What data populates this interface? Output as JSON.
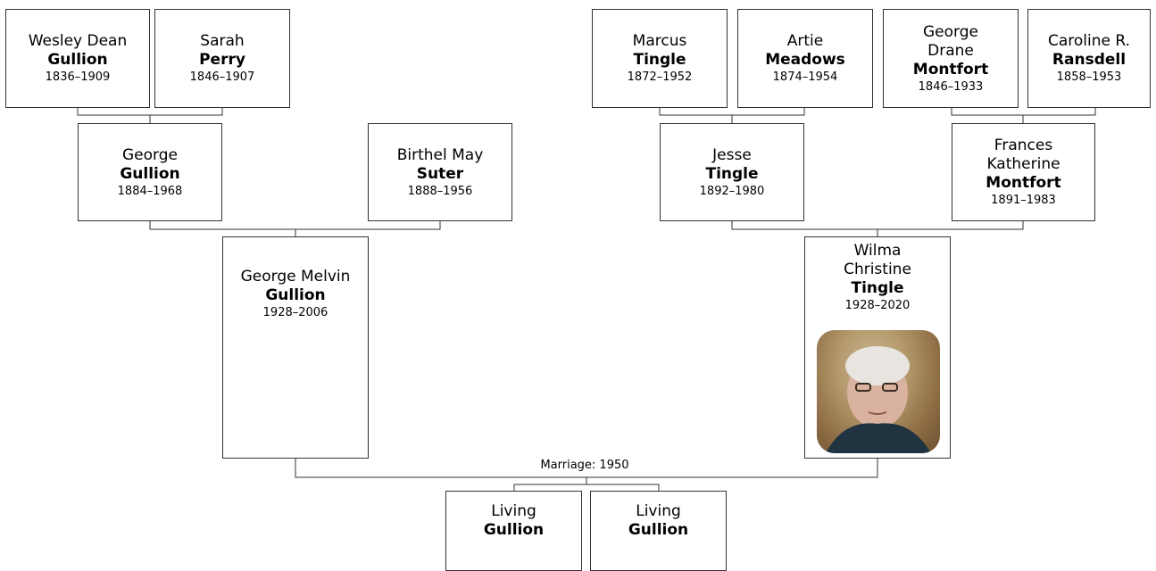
{
  "people": {
    "wesley": {
      "first": "Wesley Dean",
      "last": "Gullion",
      "years": "1836–1909"
    },
    "sarah": {
      "first": "Sarah",
      "last": "Perry",
      "years": "1846–1907"
    },
    "marcus": {
      "first": "Marcus",
      "last": "Tingle",
      "years": "1872–1952"
    },
    "artie": {
      "first": "Artie",
      "last": "Meadows",
      "years": "1874–1954"
    },
    "george_drane": {
      "first": "George Drane",
      "last": "Montfort",
      "years": "1846–1933"
    },
    "caroline": {
      "first": "Caroline R.",
      "last": "Ransdell",
      "years": "1858–1953"
    },
    "george": {
      "first": "George",
      "last": "Gullion",
      "years": "1884–1968"
    },
    "birthel": {
      "first": "Birthel May",
      "last": "Suter",
      "years": "1888–1956"
    },
    "jesse": {
      "first": "Jesse",
      "last": "Tingle",
      "years": "1892–1980"
    },
    "frances": {
      "first": "Frances Katherine",
      "last": "Montfort",
      "years": "1891–1983"
    },
    "george_melvin": {
      "first": "George Melvin",
      "last": "Gullion",
      "years": "1928–2006"
    },
    "wilma": {
      "first": "Wilma Christine",
      "last": "Tingle",
      "years": "1928–2020"
    },
    "living1": {
      "first": "Living",
      "last": "Gullion"
    },
    "living2": {
      "first": "Living",
      "last": "Gullion"
    }
  },
  "marriage_label": "Marriage: 1950"
}
